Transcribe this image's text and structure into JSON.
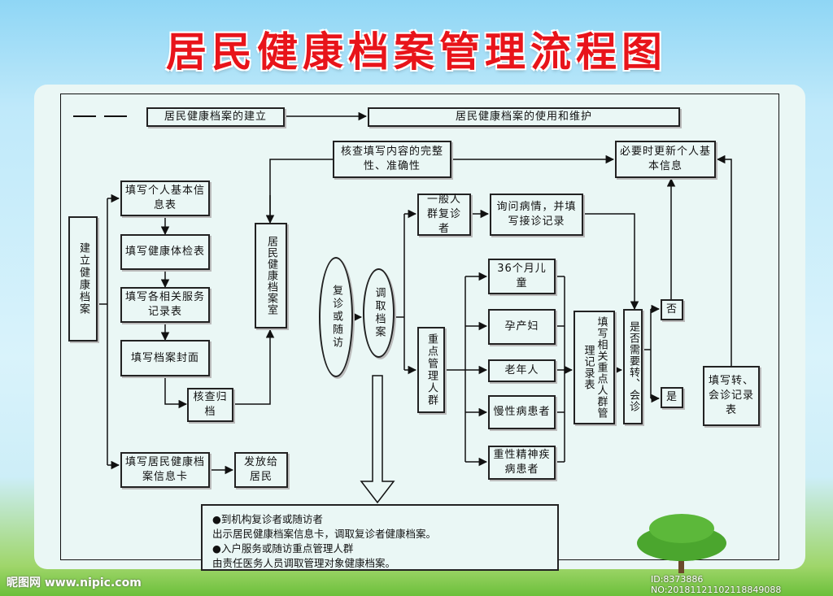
{
  "title": "居民健康档案管理流程图",
  "legend": {
    "stage1": "居民健康档案的建立",
    "stage2": "居民健康档案的使用和维护"
  },
  "establish": {
    "side_label": "建立健康档案",
    "step1": "填写个人基本信息表",
    "step2": "填写健康体检表",
    "step3": "填写各相关服务记录表",
    "step4": "填写档案封面",
    "check": "核查归档",
    "card": "填写居民健康档案信息卡",
    "issue": "发放给居民",
    "archive_room": "居民健康档案室"
  },
  "use": {
    "verify": "核查填写内容的完整性、准确性",
    "update": "必要时更新个人基本信息",
    "revisit": "复诊或随访",
    "retrieve": "调取档案",
    "general": "一般人群复诊者",
    "inquiry": "询问病情，并填写接诊记录",
    "key_group": "重点管理人群",
    "children": "36个月儿童",
    "pregnant": "孕产妇",
    "elderly": "老年人",
    "chronic": "慢性病患者",
    "mental": "重性精神疾病患者",
    "fill_records": "填写相关重点人群管理记录表",
    "need_referral": "是否需要转、会诊",
    "no": "否",
    "yes": "是",
    "referral_form": "填写转、会诊记录表"
  },
  "note": {
    "line1": "●到机构复诊者或随访者",
    "line2": "出示居民健康档案信息卡，调取复诊者健康档案。",
    "line3": "●入户服务或随访重点管理人群",
    "line4": "由责任医务人员调取管理对象健康档案。"
  },
  "watermark": {
    "site": "昵图网 www.nipic.com",
    "id": "ID:8373886 NO:20181121102118849088"
  },
  "colors": {
    "title": "#e8141a",
    "panel": "#eaf7f5"
  }
}
